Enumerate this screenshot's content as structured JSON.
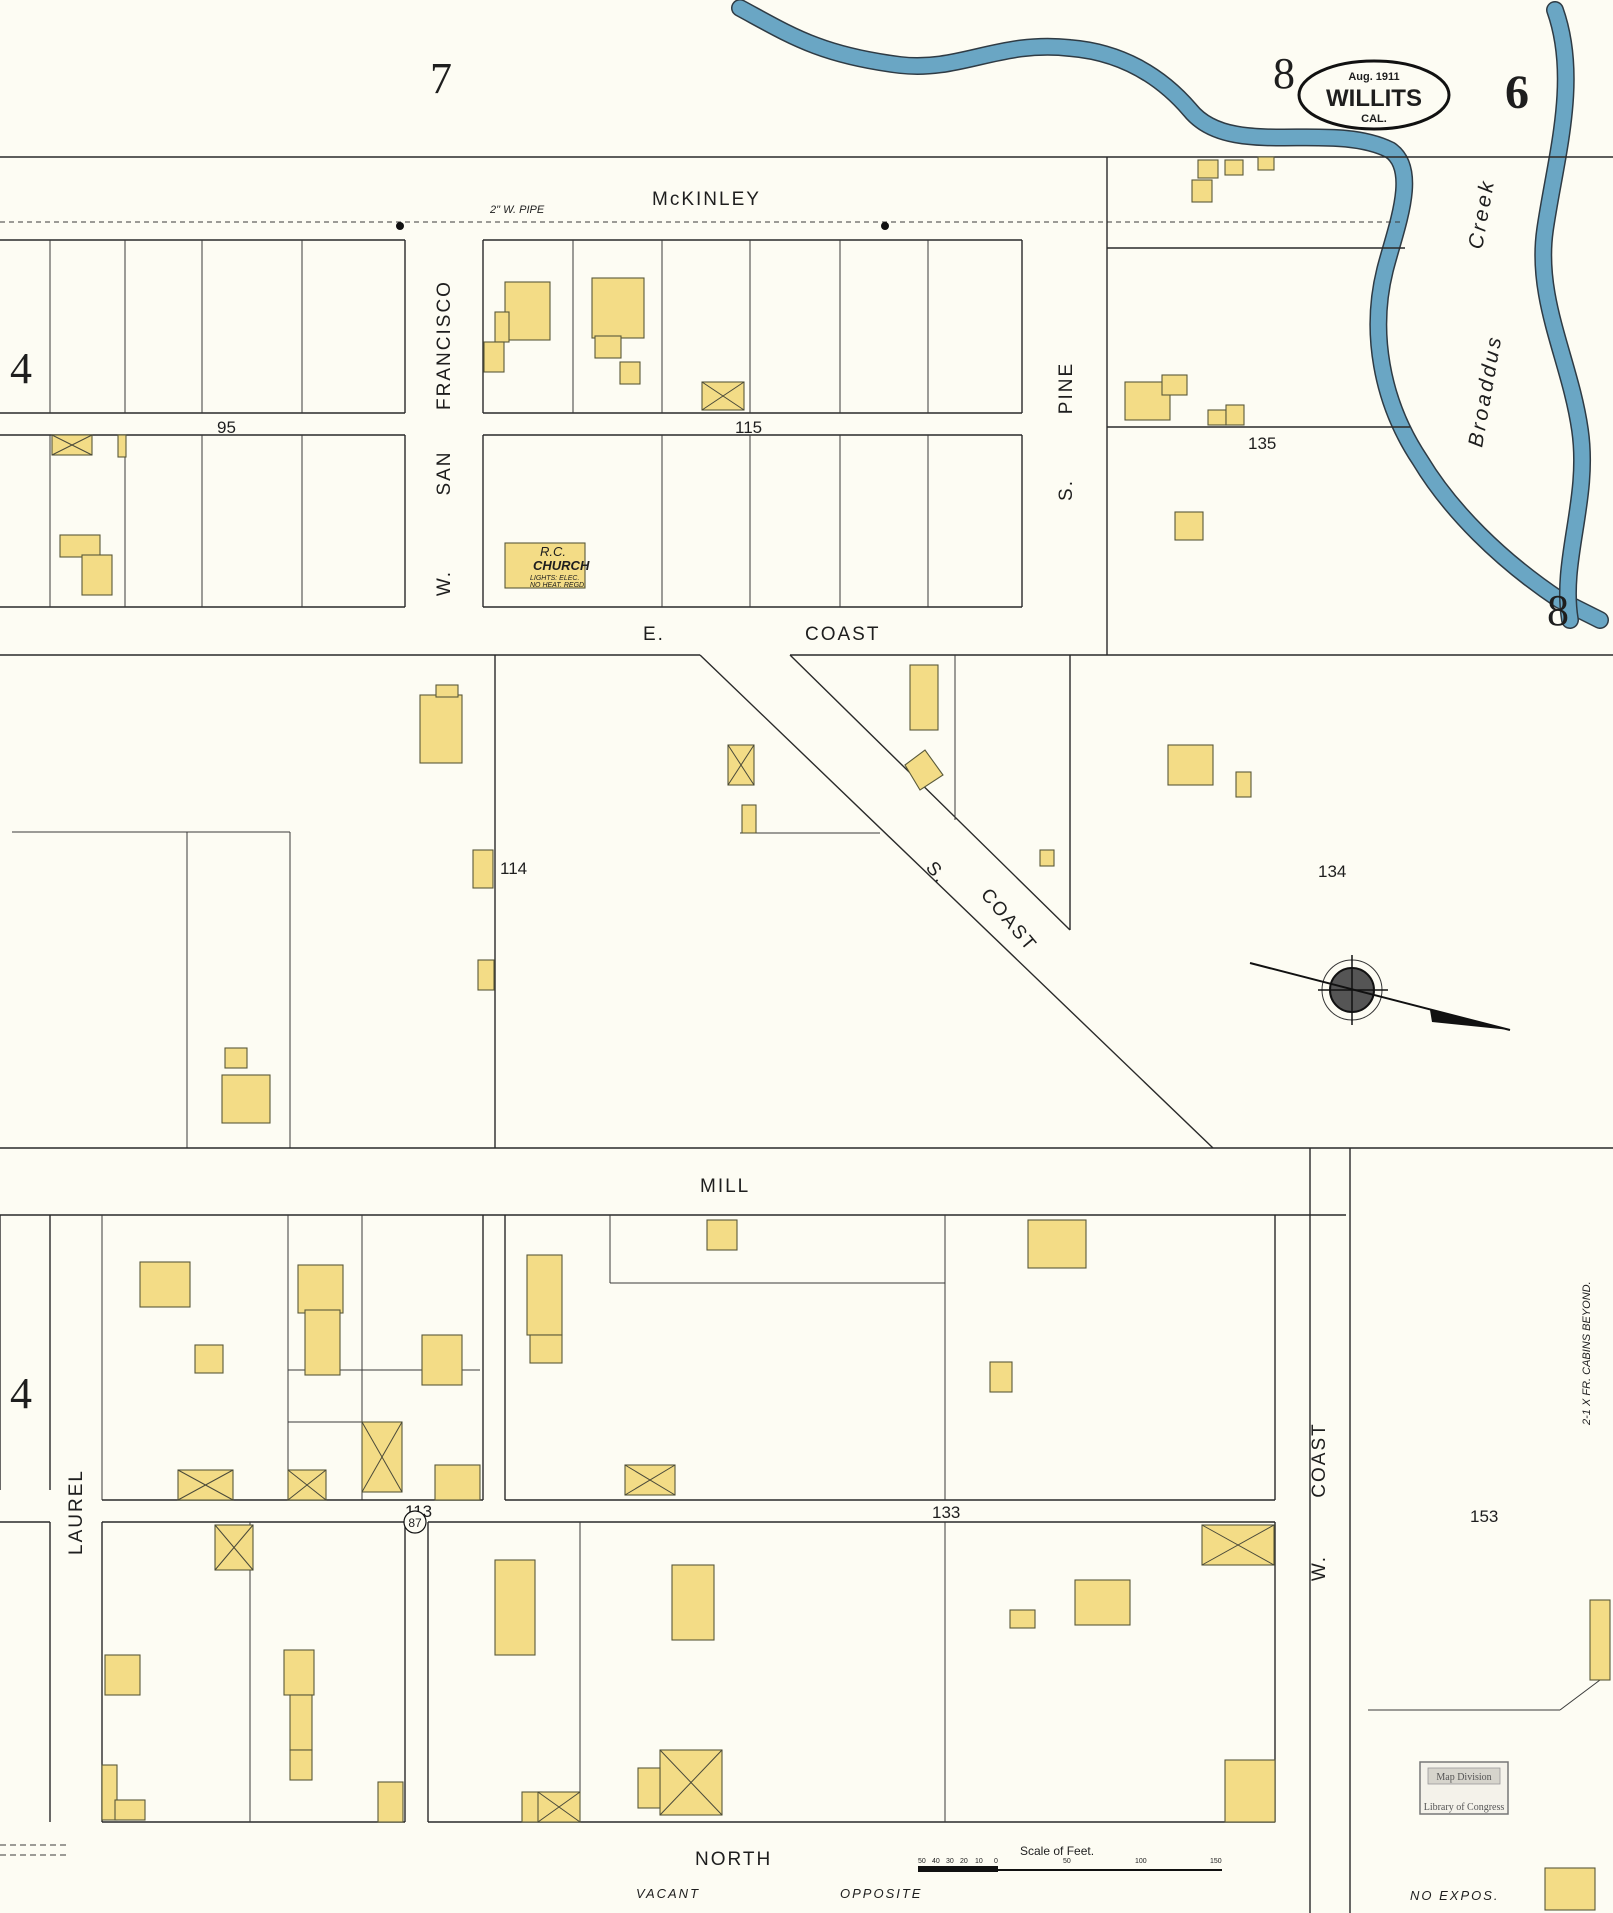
{
  "title": {
    "date": "Aug. 1911",
    "city": "WILLITS",
    "state": "CAL."
  },
  "sheet": {
    "number": "6",
    "adjacent_top_left": "7",
    "adjacent_top_right": "8",
    "adjacent_right": "8",
    "adjacent_left_upper": "4",
    "adjacent_left_lower": "4"
  },
  "streets": {
    "mckinley": "McKINLEY",
    "pipe_note": "2\" W. PIPE",
    "w_label": "W.",
    "san_label": "SAN",
    "francisco_label": "FRANCISCO",
    "s_pine_s": "S.",
    "s_pine_pine": "PINE",
    "e_coast_e": "E.",
    "e_coast_coast": "COAST",
    "s_coast_s": "S.",
    "s_coast_coast": "COAST",
    "mill": "MILL",
    "laurel": "LAUREL",
    "w_coast_w": "W.",
    "w_coast_coast": "COAST",
    "north": "NORTH"
  },
  "blocks": [
    "95",
    "115",
    "135",
    "114",
    "134",
    "113",
    "133",
    "153"
  ],
  "route_marker": "87",
  "creek": {
    "name1": "Broaddus",
    "name2": "Creek"
  },
  "church": {
    "line1": "R.C.",
    "line2": "CHURCH",
    "line3": "LIGHTS: ELEC.",
    "line4": "NO HEAT. REGD."
  },
  "annotations": {
    "vacant": "VACANT",
    "opposite": "OPPOSITE",
    "no_expos": "NO EXPOS.",
    "cabins": "2-1 X FR. CABINS BEYOND."
  },
  "scale": {
    "label": "Scale of Feet.",
    "ticks": [
      "50",
      "40",
      "30",
      "20",
      "10",
      "0",
      "50",
      "100",
      "150"
    ]
  },
  "stamp": {
    "line1": "Map Division",
    "line2": "Library of Congress"
  }
}
